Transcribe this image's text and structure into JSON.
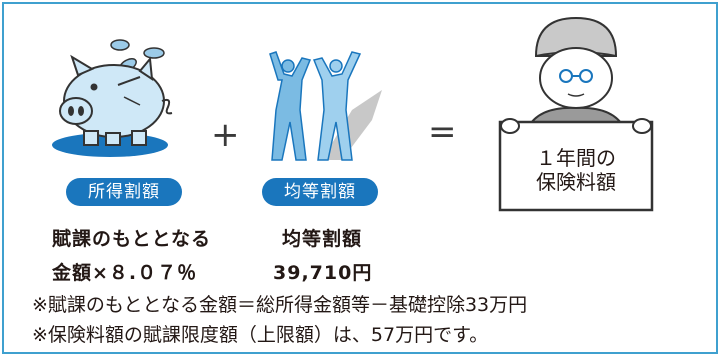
{
  "income": {
    "badge": "所得割額",
    "line1": "賦課のもととなる",
    "line2": "金額×８.０７％"
  },
  "plus_sign": "+",
  "per_capita": {
    "badge": "均等割額",
    "line1": "均等割額",
    "line2": "39,710円"
  },
  "equals_sign": "=",
  "result": {
    "line1": "１年間の",
    "line2": "保険料額"
  },
  "notes": {
    "note1": "※賦課のもととなる金額＝総所得金額等－基礎控除33万円",
    "note2": "※保険料額の賦課限度額（上限額）は、57万円です。"
  },
  "colors": {
    "accent": "#1a76bd",
    "frame": "#3fa0cf",
    "pig": "#cfe8f7",
    "figures": "#7bbbe3"
  }
}
